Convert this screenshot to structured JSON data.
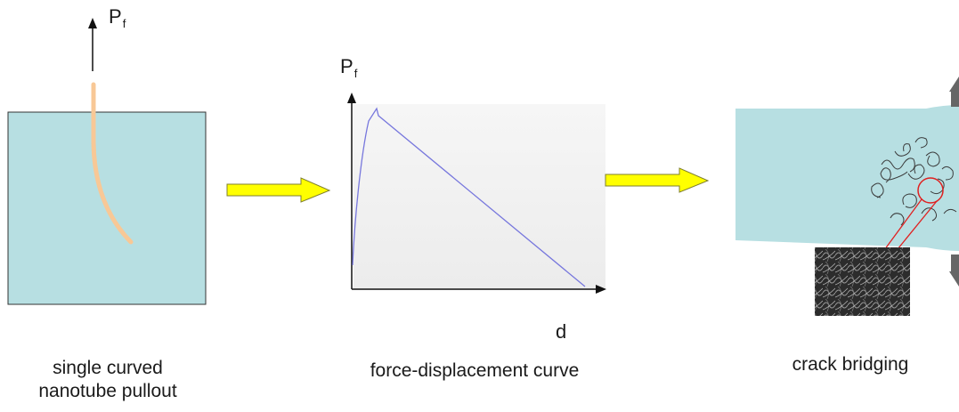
{
  "panel_pullout": {
    "force_symbol": "P",
    "force_subscript": "f",
    "caption_line1": "single curved",
    "caption_line2": "nanotube pullout"
  },
  "panel_curve": {
    "y_symbol": "P",
    "y_subscript": "f",
    "x_symbol": "d",
    "caption": "force-displacement curve"
  },
  "panel_bridging": {
    "caption": "crack bridging"
  },
  "colors": {
    "matrix": "#b7dfe2",
    "nanotube": "#f8c896",
    "arrow_fill": "#ffff00",
    "arrow_stroke": "#7f7f30",
    "curve": "#7777dd",
    "highlight_circle": "#e02020"
  }
}
